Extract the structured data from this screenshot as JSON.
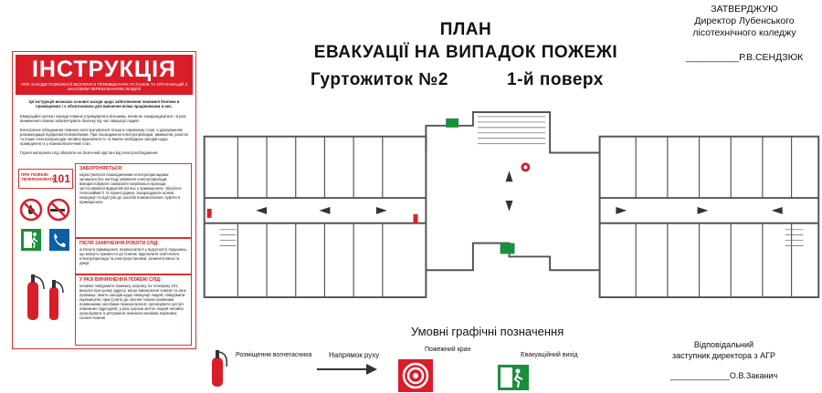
{
  "instruction": {
    "title": "ІНСТРУКЦІЯ",
    "subtitle": "ПРО ЗАХОДИ ПОЖЕЖНОЇ БЕЗПЕКИ В ПРИМІЩЕННЯХ УСТАНОВ ТА ОРГАНІЗАЦІЙ З МАСОВИМ ПЕРЕБУВАННЯМ ЛЮДЕЙ",
    "intro": "Ця інструкція визначає основні заходи щодо забезпечення пожежної безпеки в приміщеннях і є обов'язковою для вивчення всіма працівниками в них.",
    "para1": "Евакуаційні шляхи і виходи повинні утримуватися вільними, нічим не захаращуватися і в разі виникнення пожежі забезпечувати безпеку під час евакуації людей.",
    "para2": "Електричне обладнання повинно експлуатуватися тільки в справному стані, з урахуванням рекомендацій підприємств-виробників. При пошкодженні електропроводки, вимикачів, розеток та інших електроприладів негайно відключити їх та вжити необхідних заходів щодо приведення їх у пожежобезпечний стан.",
    "para3": "Горючі матеріали слід зберігати на безпечній відстані від електрообладнання.",
    "phone_label": "ПРИ ПОЖЕЖІ ТЕЛЕФОНУВАТИ",
    "phone": "101",
    "forbidden_title": "ЗАБОРОНЯЄТЬСЯ:",
    "forbidden_text": "користуватися пошкодженими електроприладами; залишати без нагляду увімкнені електроприлади; використовувати саморобні нагрівальні прилади; застосовувати відкритий вогонь у приміщеннях; зберігати легкозаймисті та горючі рідини; захаращувати шляхи евакуації та підступи до засобів пожежогасіння; курити в приміщеннях.",
    "after_work_title": "ПІСЛЯ ЗАКІНЧЕННЯ РОБОТИ СЛІД:",
    "after_work_text": "оглянути приміщення, переконатися у відсутності порушень, що можуть призвести до пожежі; відключити освітлення, електроприлади та електроустановки; зачинити вікна та двері.",
    "fire_title": "У РАЗІ ВИНИКНЕННЯ ПОЖЕЖІ СЛІД:",
    "fire_text": "негайно повідомити пожежну охорону по телефону 101, вказати при цьому адресу, місце виникнення пожежі та своє прізвище; вжити заходів щодо евакуації людей; повідомити керівництво; приступити до гасіння пожежі наявними первинними засобами пожежогасіння; організувати зустріч пожежних підрозділів; у разі загрози життю людей негайно організувати їх рятування; виконати вказівки керівника гасіння пожежі."
  },
  "title": {
    "line1": "ПЛАН",
    "line2": "ЕВАКУАЦІЇ  НА ВИПАДОК ПОЖЕЖІ",
    "building": "Гуртожиток №2",
    "floor": "1-й поверх"
  },
  "approve": {
    "line1": "ЗАТВЕРДЖУЮ",
    "line2": "Директор Лубенського",
    "line3": "лісотехнічного коледжу",
    "signature": "__________Р.В.СЕНДЗЮК"
  },
  "legend": {
    "title": "Умовні графічні позначення",
    "extinguisher": "Розміщення вогнегасника",
    "direction": "Напрямок руху",
    "hydrant": "Пожежний кран",
    "exit": "Евакуаційний вихід"
  },
  "responsible": {
    "line1": "Відповідальний",
    "line2": "заступник директора з АГР",
    "signature": "_____________О.В.Заканич"
  },
  "colors": {
    "accent_red": "#d91e2a",
    "exit_green": "#1a8f3c",
    "wall": "#555555"
  }
}
